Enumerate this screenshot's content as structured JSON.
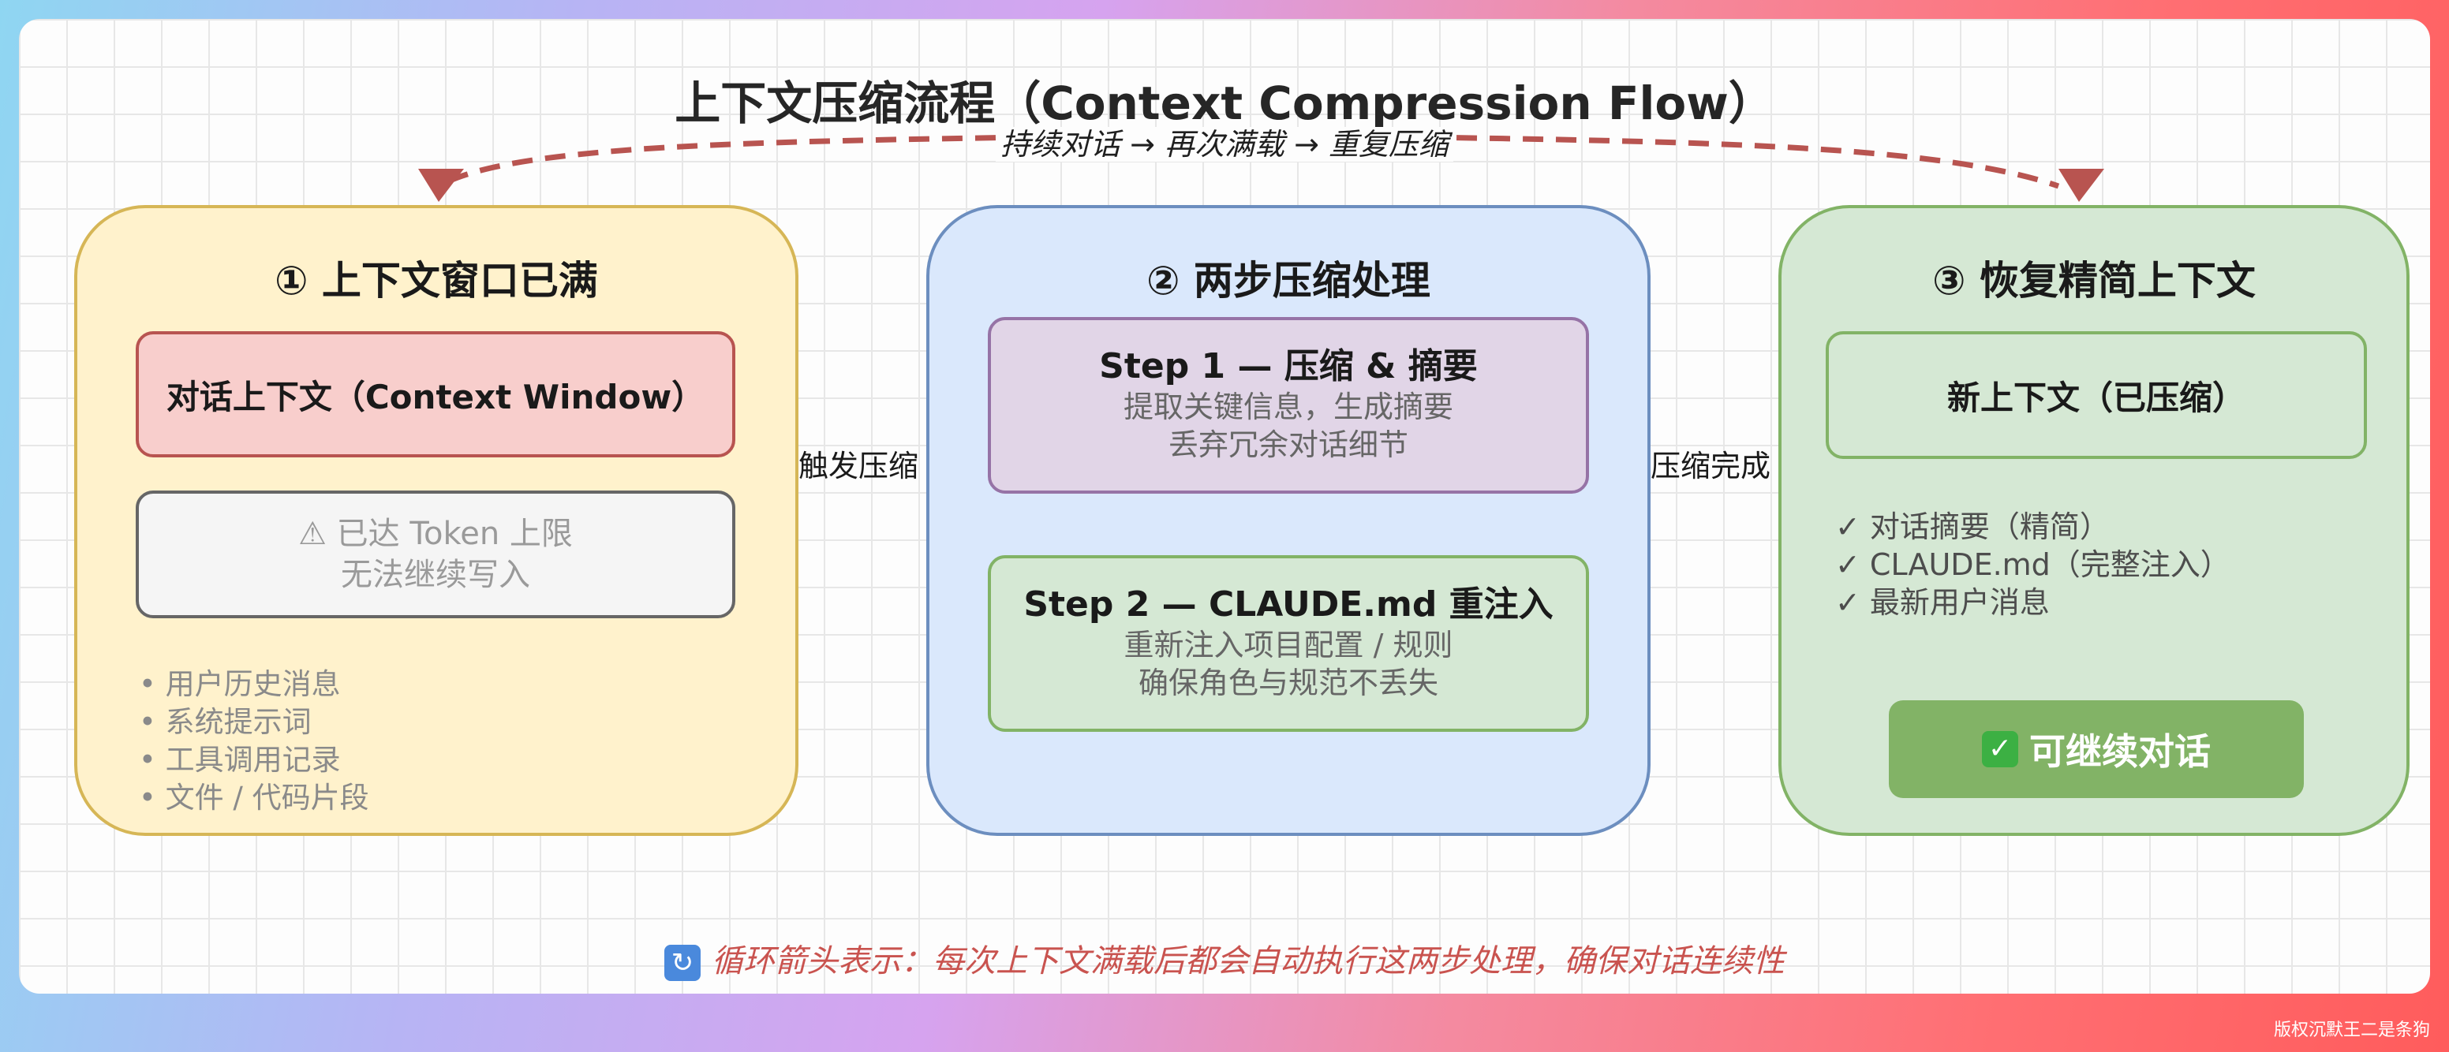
{
  "title": "上下文压缩流程（Context Compression Flow）",
  "loop_label": "持续对话 → 再次满载 → 重复压缩",
  "stage1": {
    "title": "① 上下文窗口已满",
    "context_box": "对话上下文（Context Window）",
    "warning_line1": "⚠ 已达 Token 上限",
    "warning_line2": "无法继续写入",
    "items": [
      "• 用户历史消息",
      "• 系统提示词",
      "• 工具调用记录",
      "• 文件 / 代码片段"
    ]
  },
  "edge1_label": "触发压缩",
  "stage2": {
    "title": "② 两步压缩处理",
    "step1_title": "Step 1 — 压缩 & 摘要",
    "step1_line1": "提取关键信息，生成摘要",
    "step1_line2": "丢弃冗余对话细节",
    "step2_title": "Step 2 — CLAUDE.md 重注入",
    "step2_line1": "重新注入项目配置 / 规则",
    "step2_line2": "确保角色与规范不丢失"
  },
  "edge2_label": "压缩完成",
  "stage3": {
    "title": "③ 恢复精简上下文",
    "new_context_box": "新上下文（已压缩）",
    "items": [
      "✓ 对话摘要（精简）",
      "✓ CLAUDE.md（完整注入）",
      "✓ 最新用户消息"
    ],
    "continue_button": "可继续对话"
  },
  "footer_note": "循环箭头表示：每次上下文满载后都会自动执行这两步处理，确保对话连续性",
  "watermark": "版权沉默王二是条狗",
  "icons": {
    "check": "check-mark-icon",
    "refresh": "refresh-icon",
    "warning": "warning-icon"
  },
  "colors": {
    "stage1_fill": "#fff2cc",
    "stage2_fill": "#dae8fc",
    "stage3_fill": "#d5e8d4",
    "loop_arrow": "#b85450",
    "button_fill": "#82b366"
  }
}
